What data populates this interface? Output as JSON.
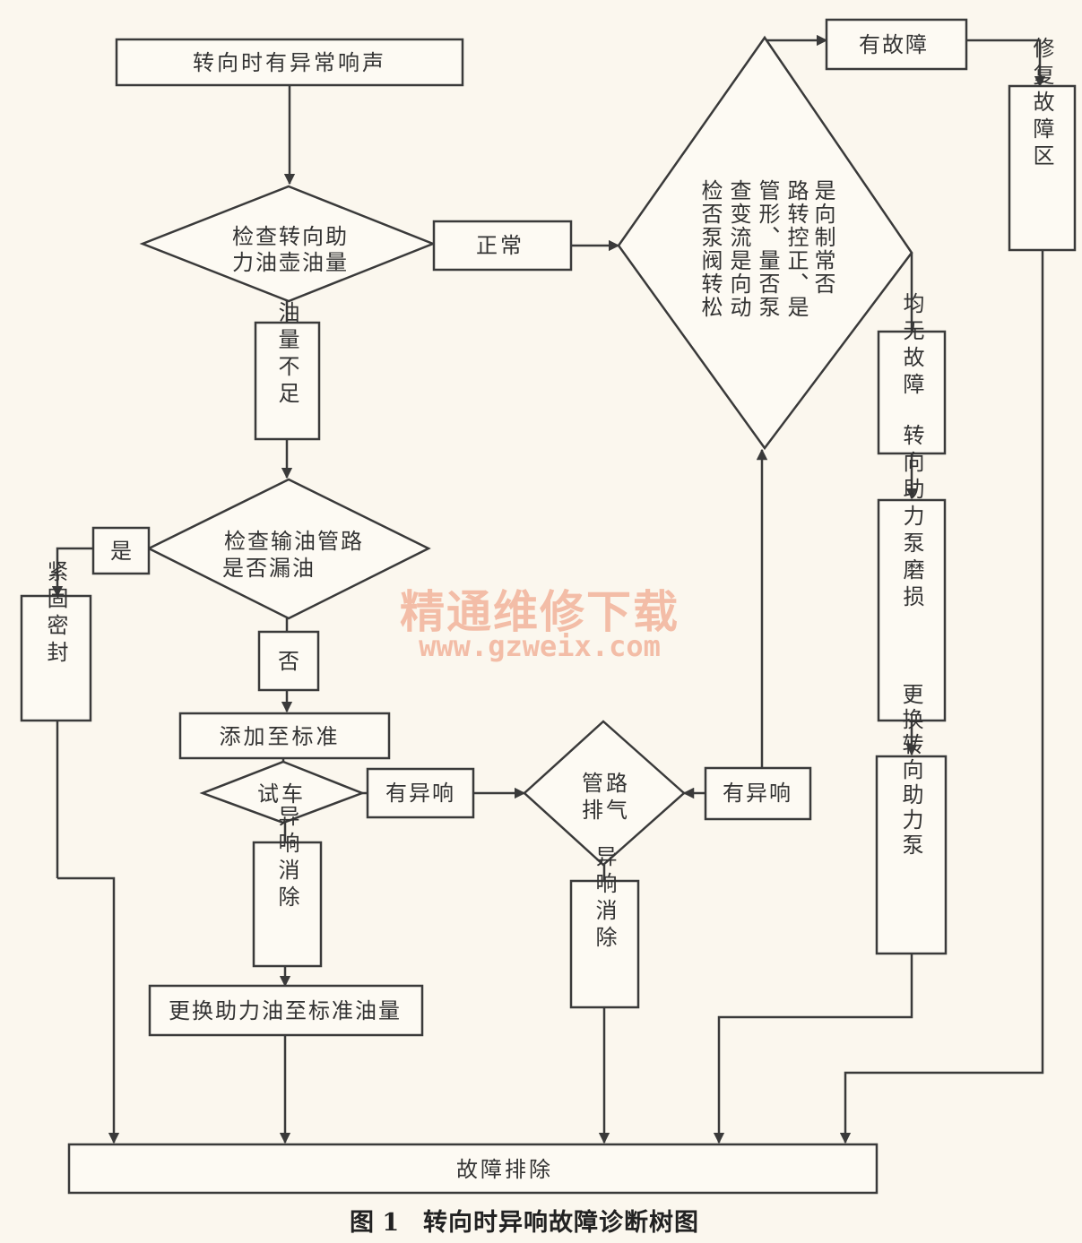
{
  "caption": {
    "prefix": "图 1",
    "title": "转向时异响故障诊断树图"
  },
  "watermark": {
    "line1": "精通维修下载",
    "line2": "www.gzweix.com"
  },
  "nodes": {
    "start": "转向时有异常响声",
    "check_fluid_l1": "检查转向助",
    "check_fluid_l2": "力油壶油量",
    "normal": "正常",
    "insufficient": "油量不足",
    "check_lines_l1": "检查输油管路",
    "check_lines_l2": "是否漏油",
    "yes": "是",
    "tighten": "紧固密封",
    "no": "否",
    "add_fluid": "添加至标准",
    "test_drive": "试车",
    "noise1": "有异响",
    "bleed_l1": "管路",
    "bleed_l2": "排气",
    "noise2": "有异响",
    "noise_gone1": "异响消除",
    "noise_gone2": "异响消除",
    "replace_fluid": "更换助力油至标准油量",
    "big_check_col1": "是向制常否",
    "big_check_col2": "路转控正、是",
    "big_check_col3": "管形、量否泵",
    "big_check_col4": "查变流是向动",
    "big_check_col5": "检否泵阀转松",
    "fault_found": "有故障",
    "repair": "修复故障区",
    "all_ok": "均无故障",
    "pump_worn": "转向助力泵磨损",
    "replace_pump": "更换转向助力泵",
    "resolved": "故障排除"
  },
  "colors": {
    "line": "#3a3a3a",
    "background": "#fbf7ee",
    "watermark": "#f2b49b"
  }
}
